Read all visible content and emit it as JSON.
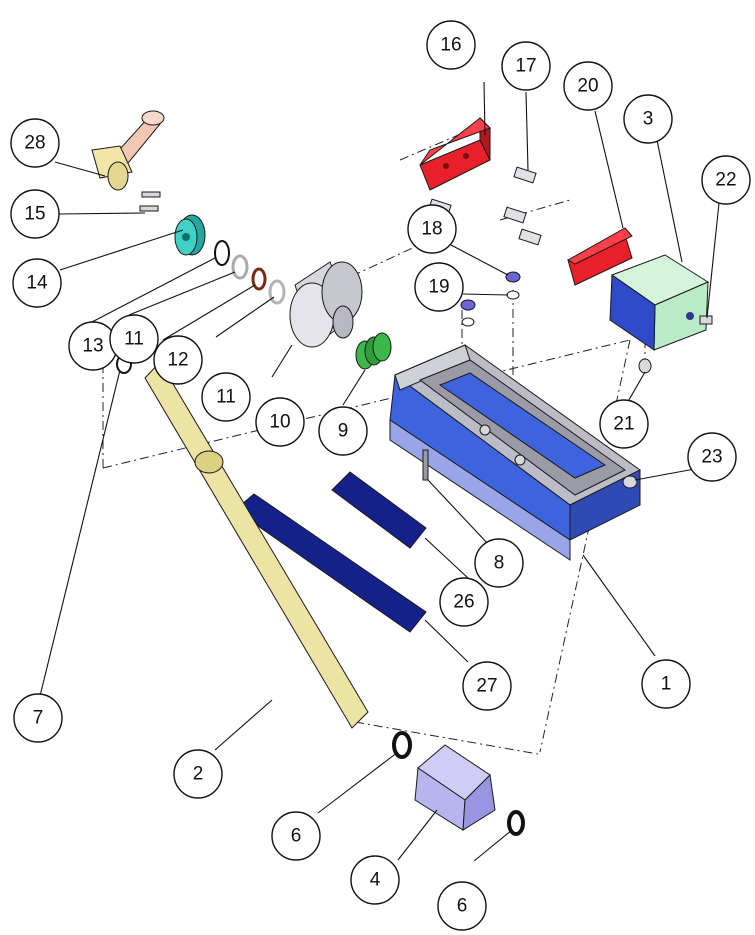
{
  "callouts": [
    {
      "id": "c28",
      "label": "28"
    },
    {
      "id": "c15",
      "label": "15"
    },
    {
      "id": "c14",
      "label": "14"
    },
    {
      "id": "c13",
      "label": "13"
    },
    {
      "id": "c11a",
      "label": "11"
    },
    {
      "id": "c12",
      "label": "12"
    },
    {
      "id": "c11b",
      "label": "11"
    },
    {
      "id": "c10",
      "label": "10"
    },
    {
      "id": "c9",
      "label": "9"
    },
    {
      "id": "c16",
      "label": "16"
    },
    {
      "id": "c17",
      "label": "17"
    },
    {
      "id": "c20",
      "label": "20"
    },
    {
      "id": "c3",
      "label": "3"
    },
    {
      "id": "c22",
      "label": "22"
    },
    {
      "id": "c18",
      "label": "18"
    },
    {
      "id": "c19",
      "label": "19"
    },
    {
      "id": "c21",
      "label": "21"
    },
    {
      "id": "c23",
      "label": "23"
    },
    {
      "id": "c8",
      "label": "8"
    },
    {
      "id": "c26",
      "label": "26"
    },
    {
      "id": "c27",
      "label": "27"
    },
    {
      "id": "c1",
      "label": "1"
    },
    {
      "id": "c7",
      "label": "7"
    },
    {
      "id": "c2",
      "label": "2"
    },
    {
      "id": "c6a",
      "label": "6"
    },
    {
      "id": "c4",
      "label": "4"
    },
    {
      "id": "c6b",
      "label": "6"
    }
  ],
  "colors": {
    "red_part": "#e8202a",
    "blue_part": "#3a5fd8",
    "dark_blue": "#1a237e",
    "green_part": "#3cb84a",
    "mint_part": "#c7f0d2",
    "cyan_part": "#2bb8b0",
    "shaft": "#ece3a4",
    "handle": "#f2c7b4",
    "grey_part": "#c9c9d2",
    "lavender": "#b8b4f0"
  }
}
